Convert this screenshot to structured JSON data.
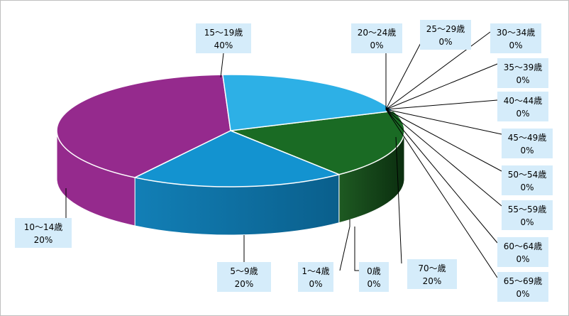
{
  "chart_data": {
    "type": "pie",
    "variant": "3d",
    "title": "",
    "legend": "none",
    "slices": [
      {
        "label": "0歳",
        "percent_label": "0%",
        "value": 0,
        "color": "#2a63b8"
      },
      {
        "label": "1〜4歳",
        "percent_label": "0%",
        "value": 0,
        "color": "#c8c8c8"
      },
      {
        "label": "5〜9歳",
        "percent_label": "20%",
        "value": 20,
        "color": "#1a6b24"
      },
      {
        "label": "10〜14歳",
        "percent_label": "20%",
        "value": 20,
        "color": "#1393d0"
      },
      {
        "label": "15〜19歳",
        "percent_label": "40%",
        "value": 40,
        "color": "#952a8d"
      },
      {
        "label": "20〜24歳",
        "percent_label": "0%",
        "value": 0,
        "color": "#9c9c9c"
      },
      {
        "label": "25〜29歳",
        "percent_label": "0%",
        "value": 0,
        "color": "#9c9c9c"
      },
      {
        "label": "30〜34歳",
        "percent_label": "0%",
        "value": 0,
        "color": "#9c9c9c"
      },
      {
        "label": "35〜39歳",
        "percent_label": "0%",
        "value": 0,
        "color": "#9c9c9c"
      },
      {
        "label": "40〜44歳",
        "percent_label": "0%",
        "value": 0,
        "color": "#9c9c9c"
      },
      {
        "label": "45〜49歳",
        "percent_label": "0%",
        "value": 0,
        "color": "#9c9c9c"
      },
      {
        "label": "50〜54歳",
        "percent_label": "0%",
        "value": 0,
        "color": "#9c9c9c"
      },
      {
        "label": "55〜59歳",
        "percent_label": "0%",
        "value": 0,
        "color": "#9c9c9c"
      },
      {
        "label": "60〜64歳",
        "percent_label": "0%",
        "value": 0,
        "color": "#9c9c9c"
      },
      {
        "label": "65〜69歳",
        "percent_label": "0%",
        "value": 0,
        "color": "#9c9c9c"
      },
      {
        "label": "70〜歳",
        "percent_label": "20%",
        "value": 20,
        "color": "#2db0e6"
      }
    ],
    "colors": {
      "label_box": "#d5ecfa",
      "leader_line": "#000000",
      "side_70": "#0e4d68",
      "side_5_9": "#0f4d17",
      "side_10_14": "#0d6b9c"
    }
  }
}
